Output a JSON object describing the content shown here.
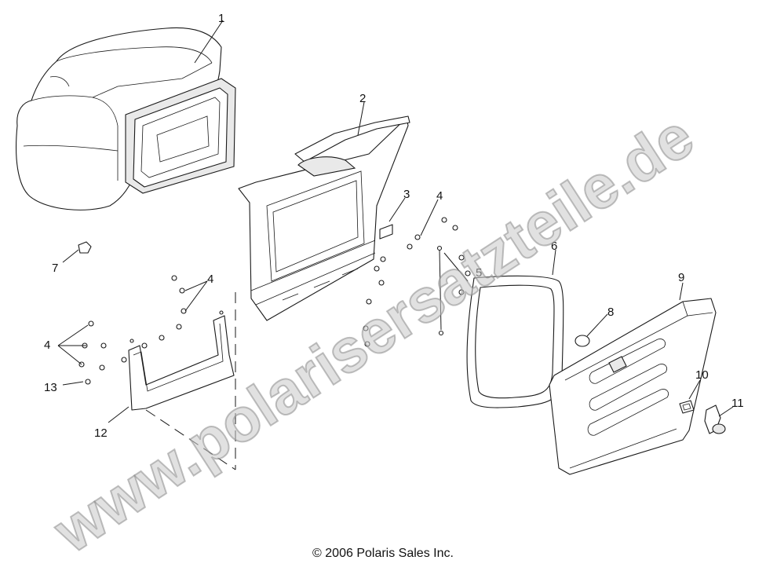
{
  "diagram": {
    "callouts": [
      "1",
      "2",
      "3",
      "4",
      "5",
      "6",
      "7",
      "8",
      "9",
      "10",
      "11",
      "12",
      "13",
      "4",
      "4"
    ],
    "watermark": "www.polarisersatzteile.de",
    "copyright": "© 2006 Polaris Sales Inc."
  }
}
